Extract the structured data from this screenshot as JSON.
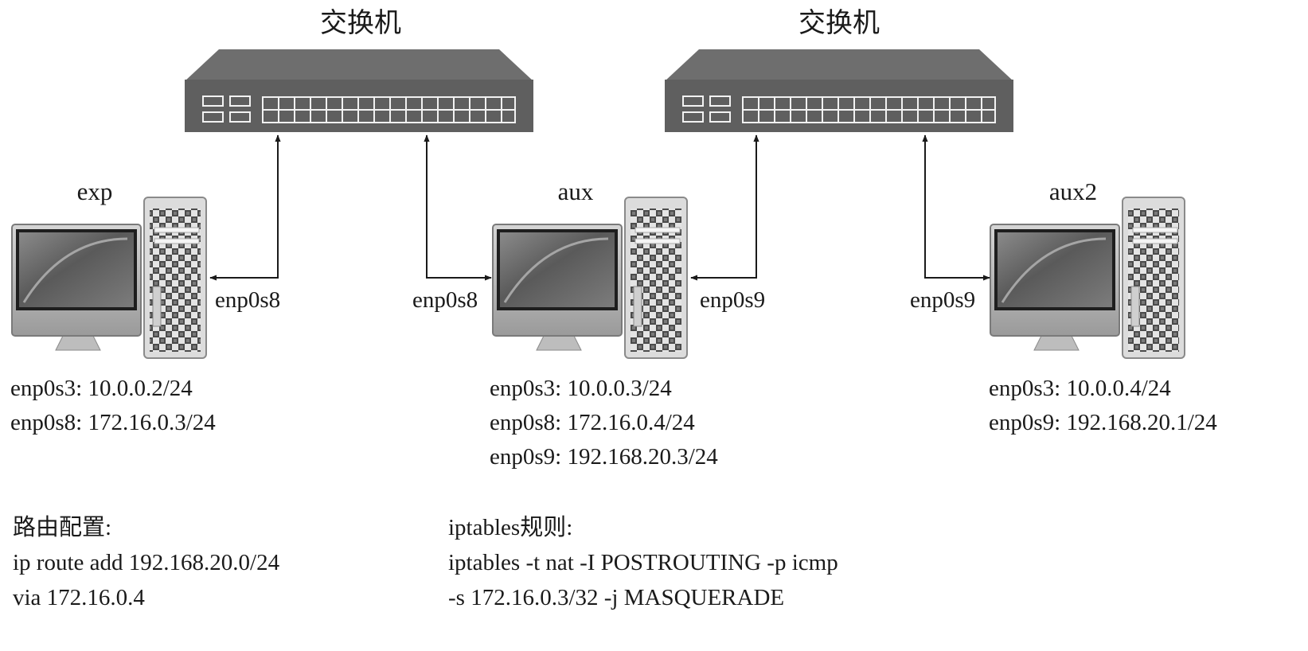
{
  "switches": [
    {
      "label": "交换机"
    },
    {
      "label": "交换机"
    }
  ],
  "hosts": [
    {
      "name": "exp",
      "addresses": [
        "enp0s3: 10.0.0.2/24",
        "enp0s8: 172.16.0.3/24"
      ]
    },
    {
      "name": "aux",
      "addresses": [
        "enp0s3: 10.0.0.3/24",
        "enp0s8: 172.16.0.4/24",
        "enp0s9: 192.168.20.3/24"
      ]
    },
    {
      "name": "aux2",
      "addresses": [
        "enp0s3: 10.0.0.4/24",
        "enp0s9: 192.168.20.1/24"
      ]
    }
  ],
  "links": [
    {
      "interface": "enp0s8"
    },
    {
      "interface": "enp0s8"
    },
    {
      "interface": "enp0s9"
    },
    {
      "interface": "enp0s9"
    }
  ],
  "route_config": {
    "title": "路由配置:",
    "lines": [
      "ip route add 192.168.20.0/24",
      "via 172.16.0.4"
    ]
  },
  "iptables_rules": {
    "title": "iptables规则:",
    "lines": [
      "iptables -t nat -I POSTROUTING -p icmp",
      "-s 172.16.0.3/32 -j MASQUERADE"
    ]
  },
  "colors": {
    "switch_body": "#5f5f5f",
    "switch_top": "#6e6e6e",
    "line": "#1a1a1a"
  }
}
